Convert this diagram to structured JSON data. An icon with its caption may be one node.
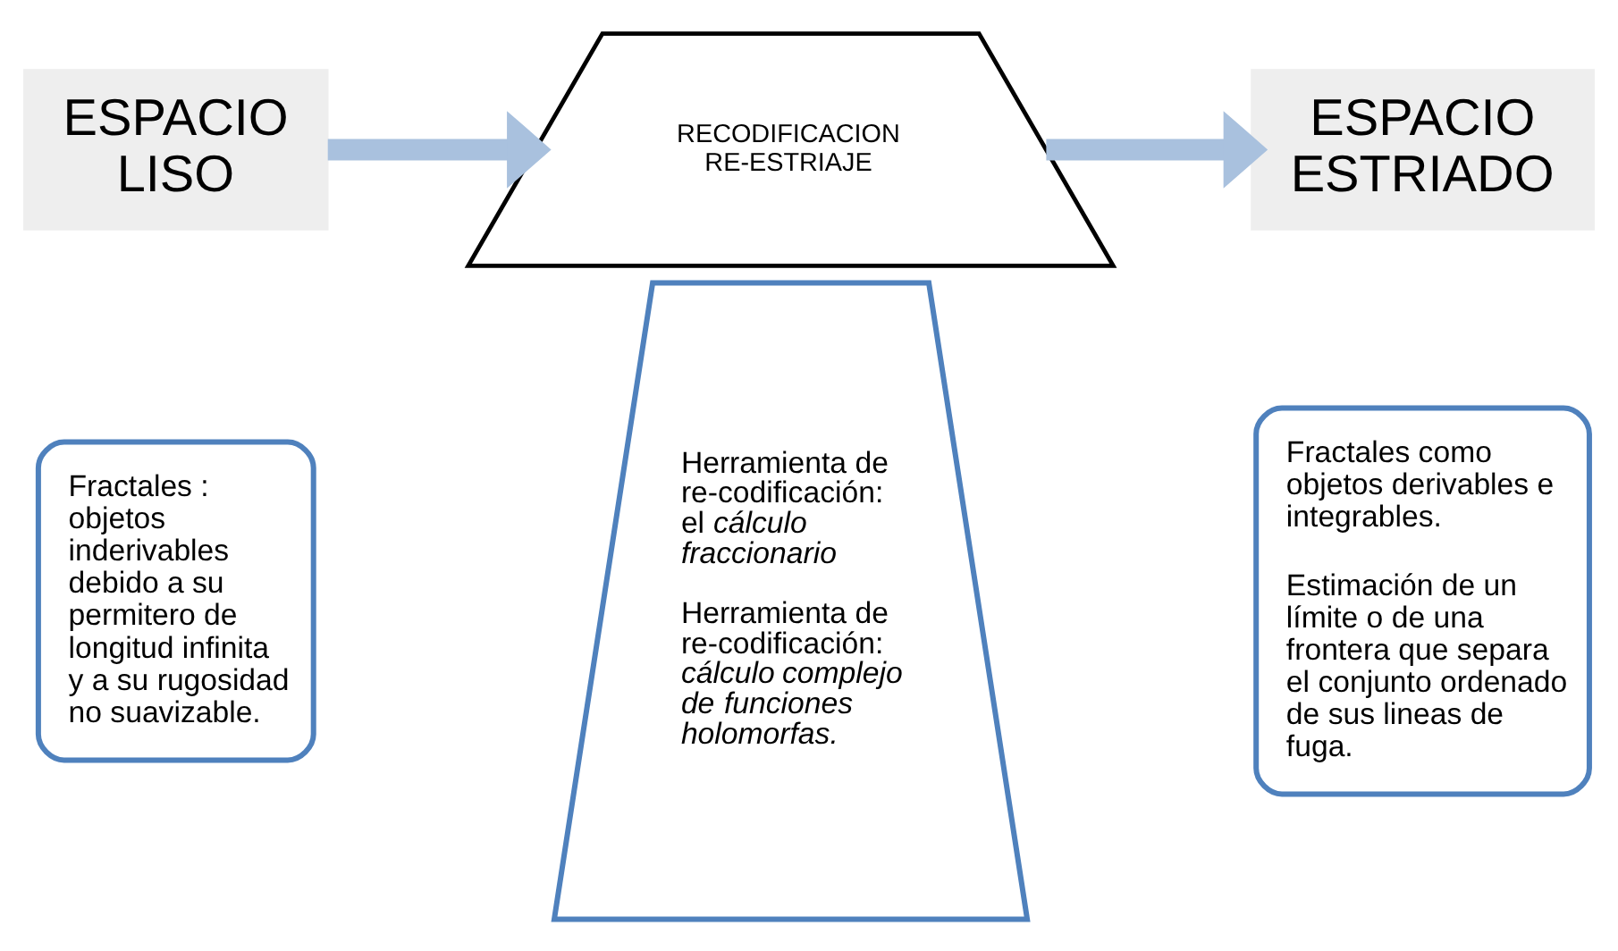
{
  "diagram": {
    "nodes": [
      {
        "text": [
          "ESPACIO LISO"
        ]
      },
      {
        "text": [
          "Fractales : objetos inderivables debido a su permitero de longitud infinita y a su rugosidad no suavizable."
        ]
      },
      {
        "text": [
          "RECODIFICACION RE-ESTRIAJE"
        ]
      },
      {
        "text": [
          "Herramienta de re-codificación: el *cálculo fraccionario*",
          "Herramienta de re-codificación: *cálculo complejo de funciones holomorfas.*"
        ]
      },
      {
        "text": [
          "ESPACIO ESTRIADO"
        ]
      },
      {
        "text": [
          "Fractales como objetos derivables e integrables.",
          "Estimación de un límite o de una frontera que separa el conjunto ordenado de sus lineas de fuga."
        ]
      }
    ],
    "edges": [
      {
        "from": 0,
        "to": 2,
        "arrow": "to",
        "color": "#a9c1de"
      },
      {
        "from": 2,
        "to": 4,
        "arrow": "to",
        "color": "#a9c1de"
      }
    ]
  }
}
